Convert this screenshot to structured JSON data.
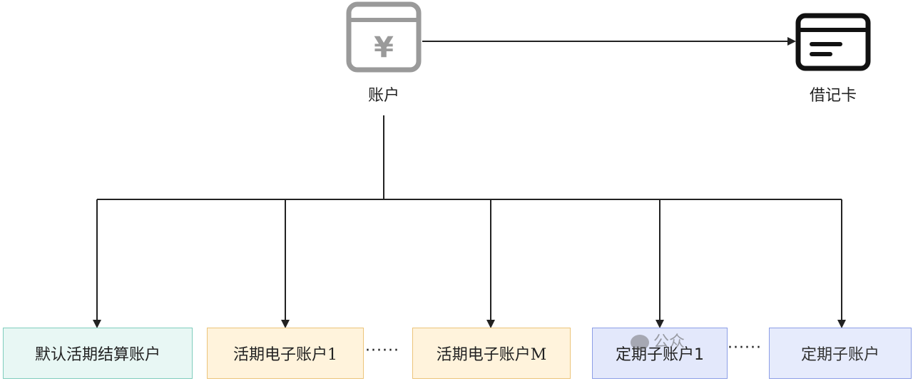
{
  "account": {
    "label": "账户",
    "icon": "yuan-wallet-icon"
  },
  "debit_card": {
    "label": "借记卡",
    "icon": "card-icon"
  },
  "children": [
    {
      "label": "默认活期结算账户",
      "color": "#e8f7f4"
    },
    {
      "label": "活期电子账户1",
      "color": "#fff3dc"
    },
    {
      "label": "活期电子账户M",
      "color": "#fff3dc"
    },
    {
      "label": "定期子账户1",
      "color": "#e3e8fb"
    },
    {
      "label": "定期子账户",
      "color": "#e6ebfc"
    }
  ],
  "ellipsis": "······",
  "watermark": "公众"
}
